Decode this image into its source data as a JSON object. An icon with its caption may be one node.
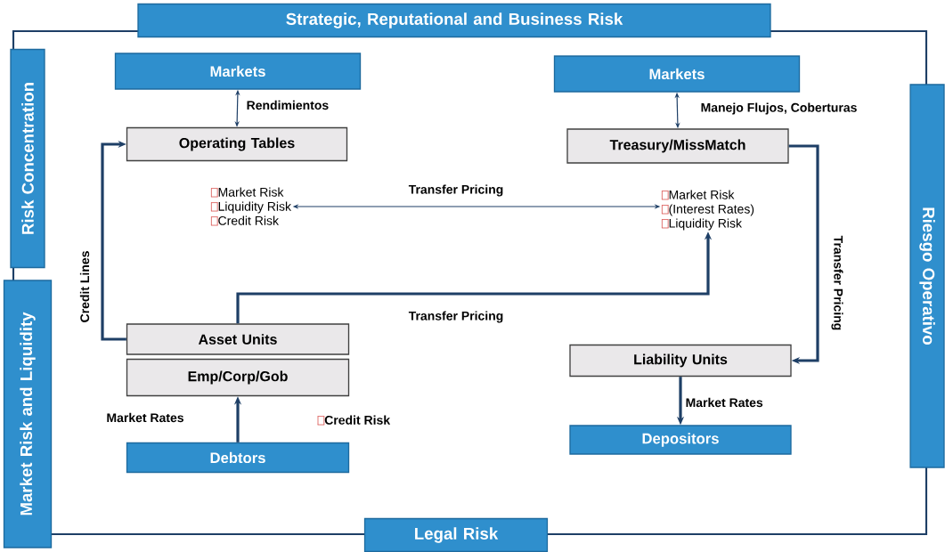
{
  "diagram": {
    "nodes": [
      {
        "text": [
          "Strategic, Reputational and Business Risk"
        ]
      },
      {
        "text": [
          "Risk Concentration"
        ]
      },
      {
        "text": [
          "Market Risk and Liquidity"
        ]
      },
      {
        "text": [
          "Riesgo Operativo"
        ]
      },
      {
        "text": [
          "Legal Risk"
        ]
      },
      {
        "text": [
          "Markets"
        ]
      },
      {
        "text": [
          "Operating Tables"
        ]
      },
      {
        "text": [
          "Markets"
        ]
      },
      {
        "text": [
          "Treasury/MissMatch"
        ]
      },
      {
        "text": [
          "Asset Units"
        ]
      },
      {
        "text": [
          "Emp/Corp/Gob"
        ]
      },
      {
        "text": [
          "Debtors"
        ]
      },
      {
        "text": [
          "Liability Units"
        ]
      },
      {
        "text": [
          "Depositors"
        ]
      },
      {
        "text": [
          "Market Risk",
          "Liquidity Risk",
          "Credit Risk"
        ]
      },
      {
        "text": [
          "Market Risk",
          "(Interest Rates)",
          "Liquidity Risk"
        ]
      }
    ],
    "edges": [
      {
        "from": 5,
        "to": 6,
        "arrow": "both",
        "label": "Rendimientos"
      },
      {
        "from": 7,
        "to": 8,
        "arrow": "both",
        "label": "Manejo Flujos, Coberturas"
      },
      {
        "from": 14,
        "to": 15,
        "arrow": "both",
        "label": "Transfer Pricing"
      },
      {
        "from": 9,
        "to": 6,
        "arrow": "to",
        "label": "Credit Lines"
      },
      {
        "from": 9,
        "to": 15,
        "arrow": "to",
        "label": "Transfer Pricing"
      },
      {
        "from": 8,
        "to": 12,
        "arrow": "to",
        "label": "Transfer Pricing"
      },
      {
        "from": 11,
        "to": 10,
        "arrow": "to",
        "label": "Market Rates"
      },
      {
        "from": 12,
        "to": 13,
        "arrow": "to",
        "label": "Market Rates"
      }
    ],
    "labels": [
      "Credit Risk"
    ]
  }
}
